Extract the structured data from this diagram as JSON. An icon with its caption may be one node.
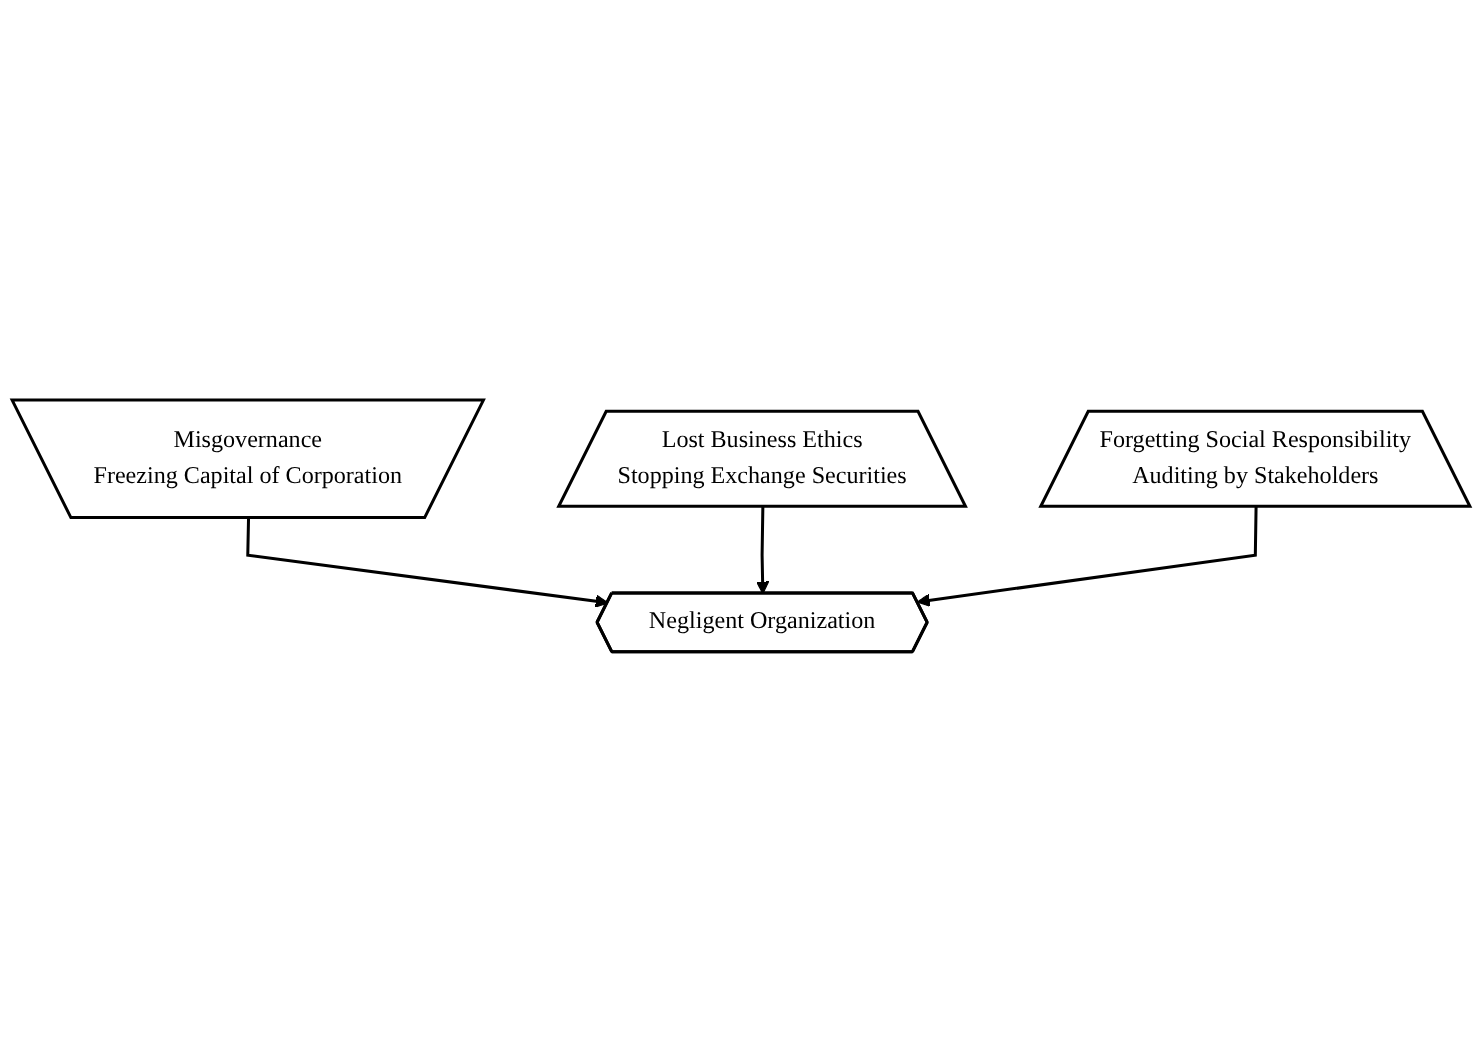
{
  "diagram": {
    "nodes": [
      {
        "text": [
          "Misgovernance",
          "Freezing Capital of Corporation"
        ]
      },
      {
        "text": [
          "Negligent Organization"
        ]
      },
      {
        "text": [
          "Lost Business Ethics",
          "Stopping Exchange Securities"
        ]
      },
      {
        "text": [
          "Forgetting Social Responsibility",
          "Auditing by Stakeholders"
        ]
      }
    ],
    "edges": [
      {
        "from": 0,
        "to": 1,
        "arrow": "to"
      },
      {
        "from": 2,
        "to": 1,
        "arrow": "to"
      },
      {
        "from": 3,
        "to": 1,
        "arrow": "to"
      }
    ]
  }
}
